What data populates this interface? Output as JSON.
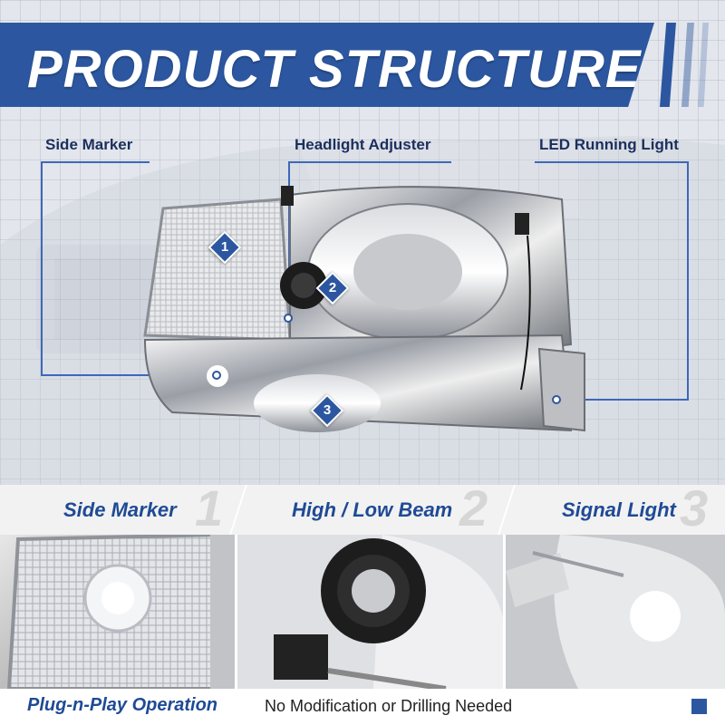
{
  "banner": {
    "title": "PRODUCT STRUCTURE",
    "color": "#2c57a0"
  },
  "callouts": [
    {
      "label": "Side Marker"
    },
    {
      "label": "Headlight Adjuster"
    },
    {
      "label": "LED Running Light"
    }
  ],
  "badges": [
    "1",
    "2",
    "3"
  ],
  "features": [
    {
      "label": "Side Marker",
      "number": "1"
    },
    {
      "label": "High / Low Beam",
      "number": "2"
    },
    {
      "label": "Signal Light",
      "number": "3"
    }
  ],
  "footer": {
    "highlight": "Plug-n-Play Operation",
    "text": "No Modification or Drilling Needed"
  },
  "colors": {
    "accent": "#2c57a0",
    "label_text": "#1b2f5c",
    "feature_text": "#1f4a95"
  }
}
